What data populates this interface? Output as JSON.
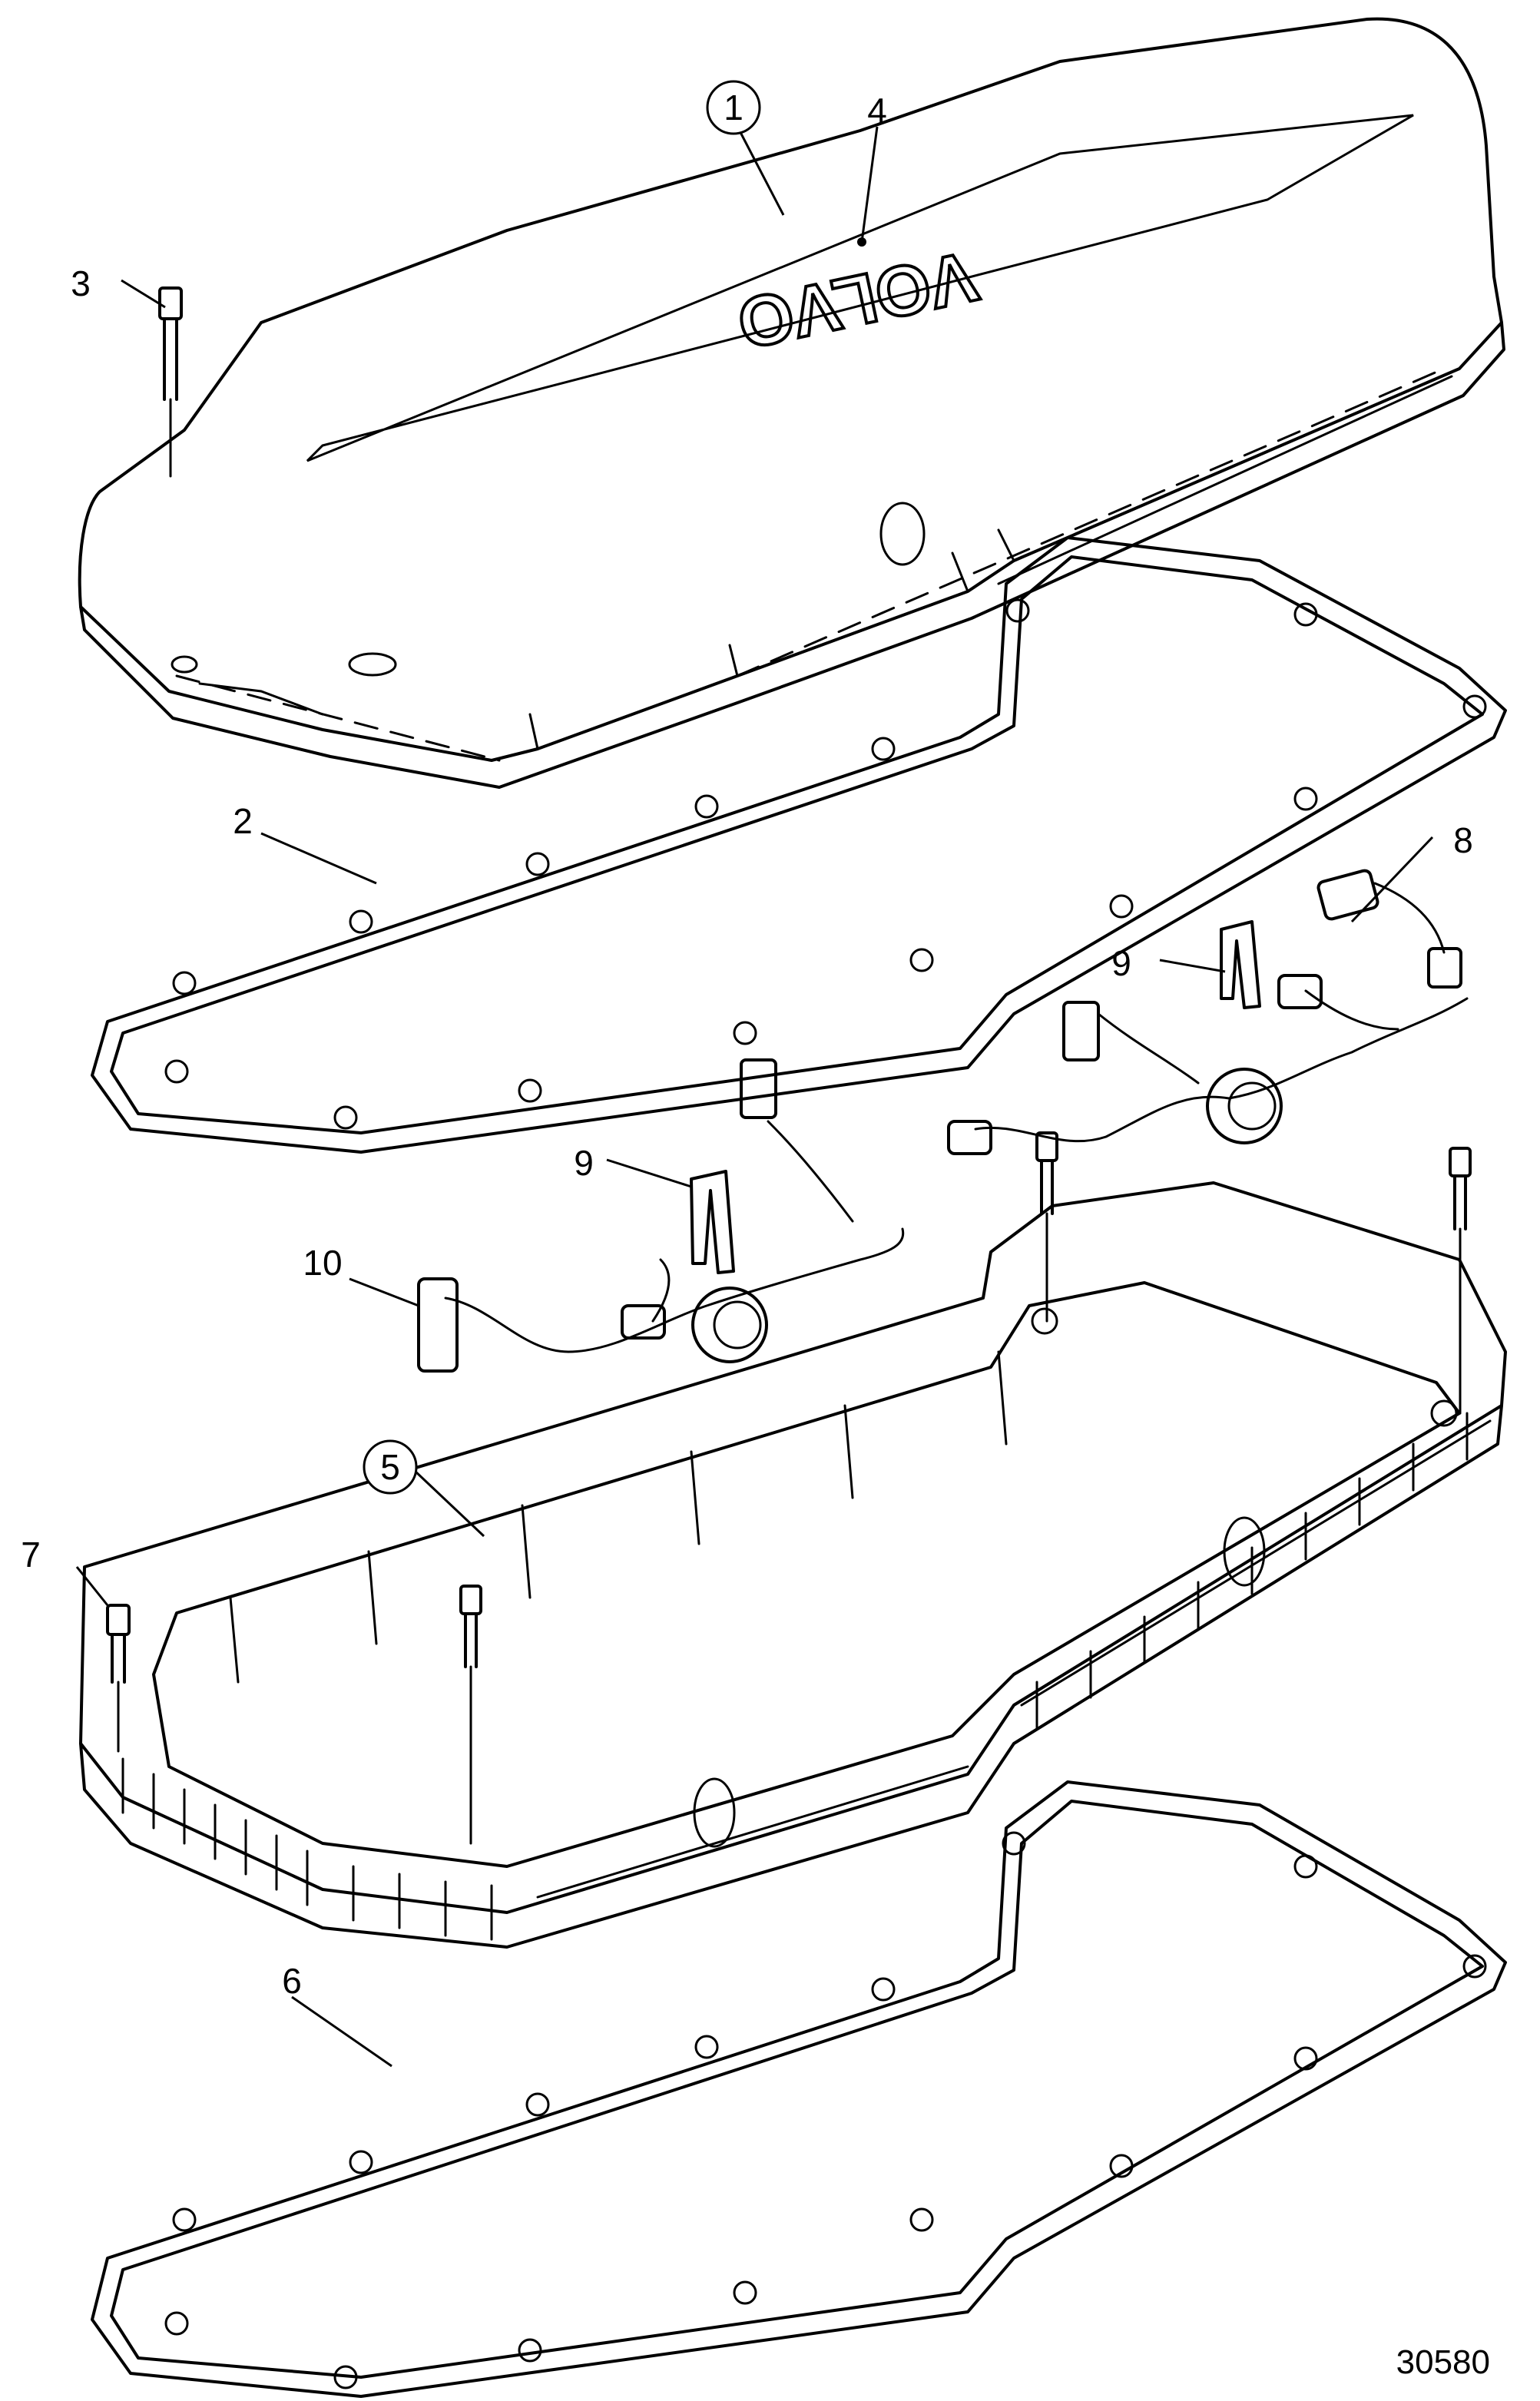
{
  "diagram": {
    "drawing_number": "30580",
    "callouts": [
      {
        "id": "1",
        "label": "1",
        "circled": true
      },
      {
        "id": "2",
        "label": "2",
        "circled": false
      },
      {
        "id": "3",
        "label": "3",
        "circled": false
      },
      {
        "id": "4",
        "label": "4",
        "circled": false
      },
      {
        "id": "5",
        "label": "5",
        "circled": true
      },
      {
        "id": "6",
        "label": "6",
        "circled": false
      },
      {
        "id": "7",
        "label": "7",
        "circled": false
      },
      {
        "id": "8",
        "label": "8",
        "circled": false
      },
      {
        "id": "9a",
        "label": "9",
        "circled": false
      },
      {
        "id": "9b",
        "label": "9",
        "circled": false
      },
      {
        "id": "10",
        "label": "10",
        "circled": false
      }
    ],
    "logo_text": "VOLVO"
  }
}
